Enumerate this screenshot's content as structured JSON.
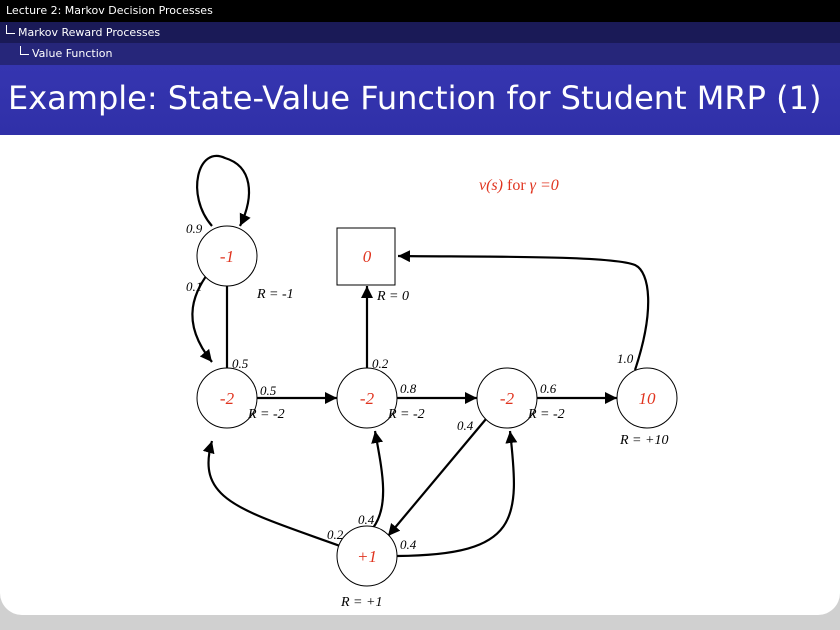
{
  "header": {
    "lecture": "Lecture 2: Markov Decision Processes",
    "section": "Markov Reward Processes",
    "subsection": "Value Function"
  },
  "slide": {
    "title": "Example: State-Value Function for Student MRP (1)"
  },
  "diagram": {
    "caption_value": "v(s)",
    "caption_for": " for ",
    "caption_gamma": "γ =0",
    "colors": {
      "value_text": "#e0341f",
      "stroke": "#000000"
    },
    "nodes": {
      "facebook": {
        "value": "-1",
        "reward": "R = -1"
      },
      "class1": {
        "value": "-2",
        "reward": "R = -2"
      },
      "class2": {
        "value": "-2",
        "reward": "R = -2"
      },
      "class3": {
        "value": "-2",
        "reward": "R = -2"
      },
      "pass": {
        "value": "10",
        "reward": "R = +10"
      },
      "pub": {
        "value": "+1",
        "reward": "R = +1"
      },
      "sleep": {
        "value": "0",
        "reward": "R = 0"
      }
    },
    "edges": {
      "facebook_self": "0.9",
      "facebook_to_class1": "0.1",
      "class1_to_facebook": "0.5",
      "class1_to_class2": "0.5",
      "class2_to_sleep": "0.2",
      "class2_to_class3": "0.8",
      "class3_to_pass": "0.6",
      "class3_to_pub": "0.4",
      "pass_to_sleep": "1.0",
      "pub_to_class1": "0.2",
      "pub_to_class2": "0.4",
      "pub_to_class3": "0.4"
    }
  }
}
